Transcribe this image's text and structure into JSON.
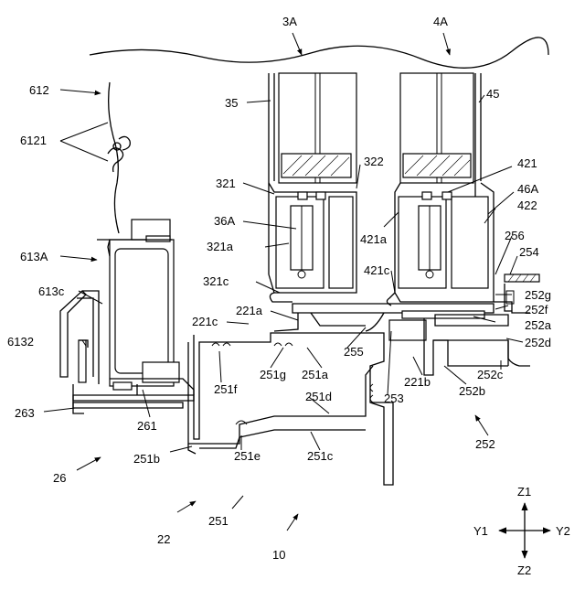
{
  "labels": {
    "l3A": "3A",
    "l4A": "4A",
    "l612": "612",
    "l35": "35",
    "l45": "45",
    "l6121": "6121",
    "l321": "321",
    "l322": "322",
    "l421": "421",
    "l46A": "46A",
    "l422": "422",
    "l36A": "36A",
    "l421a": "421a",
    "l613A": "613A",
    "l321a": "321a",
    "l256": "256",
    "l254": "254",
    "l421c": "421c",
    "l613c": "613c",
    "l321c": "321c",
    "l252g": "252g",
    "l221a": "221a",
    "l252f": "252f",
    "l221c": "221c",
    "l252a": "252a",
    "l6132": "6132",
    "l255": "255",
    "l252d": "252d",
    "l251g": "251g",
    "l251a": "251a",
    "l221b": "221b",
    "l252c": "252c",
    "l251f": "251f",
    "l251d": "251d",
    "l253": "253",
    "l252b": "252b",
    "l263": "263",
    "l261": "261",
    "l251b": "251b",
    "l251e": "251e",
    "l251c": "251c",
    "l252": "252",
    "l26": "26",
    "l22": "22",
    "l251": "251",
    "l10": "10",
    "z1": "Z1",
    "z2": "Z2",
    "y1": "Y1",
    "y2": "Y2"
  }
}
